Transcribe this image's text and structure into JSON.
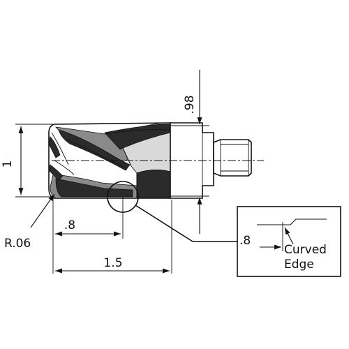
{
  "dimensions": {
    "diameter": "1",
    "neck": ".98",
    "corner_radius": "R.06",
    "flute_length": ".8",
    "overall_length": "1.5"
  },
  "detail": {
    "length": ".8",
    "label_line1": "Curved",
    "label_line2": "Edge"
  },
  "colors": {
    "line": "#111111",
    "dark_fill": "#2b2b2b",
    "mid_fill": "#8a8a8a",
    "light_fill": "#d9d9d9"
  }
}
